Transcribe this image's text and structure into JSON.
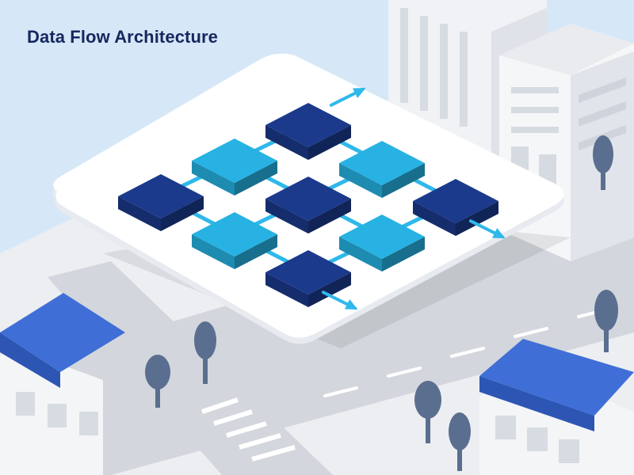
{
  "title": "Data Flow Architecture",
  "colors": {
    "sky": "#d6e8f7",
    "ground": "#eceef2",
    "road": "#d3d6dc",
    "platform": "#ffffff",
    "node_dark": "#1b3a8c",
    "node_light": "#27b2e3",
    "connector": "#2fb8ea",
    "roof": "#3f6fd6",
    "tree": "#5a6f8f",
    "building": "#f3f4f6"
  },
  "icons": [
    "arrow-icon",
    "tree-icon",
    "house-icon",
    "office-building-icon"
  ],
  "nodes": [
    {
      "id": "n1",
      "row": 0,
      "col": 0,
      "type": "dark"
    },
    {
      "id": "n2",
      "row": 0,
      "col": 1,
      "type": "light"
    },
    {
      "id": "n3",
      "row": 0,
      "col": 2,
      "type": "dark"
    },
    {
      "id": "n4",
      "row": 1,
      "col": 0,
      "type": "light"
    },
    {
      "id": "n5",
      "row": 1,
      "col": 1,
      "type": "dark"
    },
    {
      "id": "n6",
      "row": 1,
      "col": 2,
      "type": "light"
    },
    {
      "id": "n7",
      "row": 2,
      "col": 0,
      "type": "dark"
    },
    {
      "id": "n8",
      "row": 2,
      "col": 1,
      "type": "light"
    },
    {
      "id": "n9",
      "row": 2,
      "col": 2,
      "type": "dark"
    }
  ],
  "links": [
    {
      "from": "n1",
      "to": "n2"
    },
    {
      "from": "n2",
      "to": "n3"
    },
    {
      "from": "n4",
      "to": "n5"
    },
    {
      "from": "n5",
      "to": "n6"
    },
    {
      "from": "n7",
      "to": "n8"
    },
    {
      "from": "n8",
      "to": "n9"
    },
    {
      "from": "n1",
      "to": "n4"
    },
    {
      "from": "n4",
      "to": "n7"
    },
    {
      "from": "n2",
      "to": "n5"
    },
    {
      "from": "n5",
      "to": "n8"
    },
    {
      "from": "n3",
      "to": "n6"
    },
    {
      "from": "n6",
      "to": "n9"
    }
  ],
  "outputs": [
    "n7",
    "n9",
    "n8"
  ]
}
